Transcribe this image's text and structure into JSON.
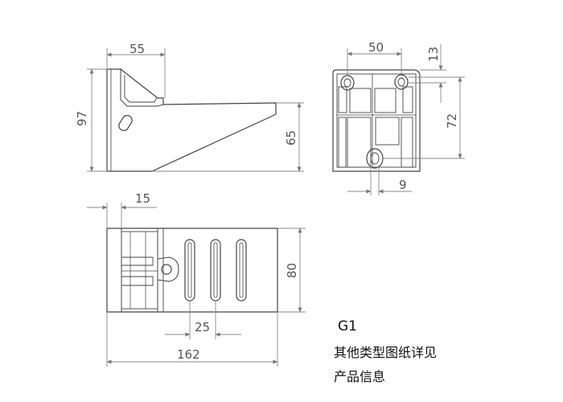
{
  "dimensions": {
    "side_view": {
      "width_top": "55",
      "height_total": "97",
      "height_arm": "65"
    },
    "end_view": {
      "hole_spacing": "50",
      "top_offset": "13",
      "hole_drop": "72",
      "slot_width": "9"
    },
    "top_view": {
      "flange": "15",
      "width": "80",
      "slot_pitch": "25",
      "length": "162"
    }
  },
  "caption": {
    "model": "G1",
    "note_line1": "其他类型图纸详见",
    "note_line2": "产品信息"
  },
  "colors": {
    "outline": "#444444",
    "dimension_line": "#8a8a8a",
    "text": "#555555"
  }
}
